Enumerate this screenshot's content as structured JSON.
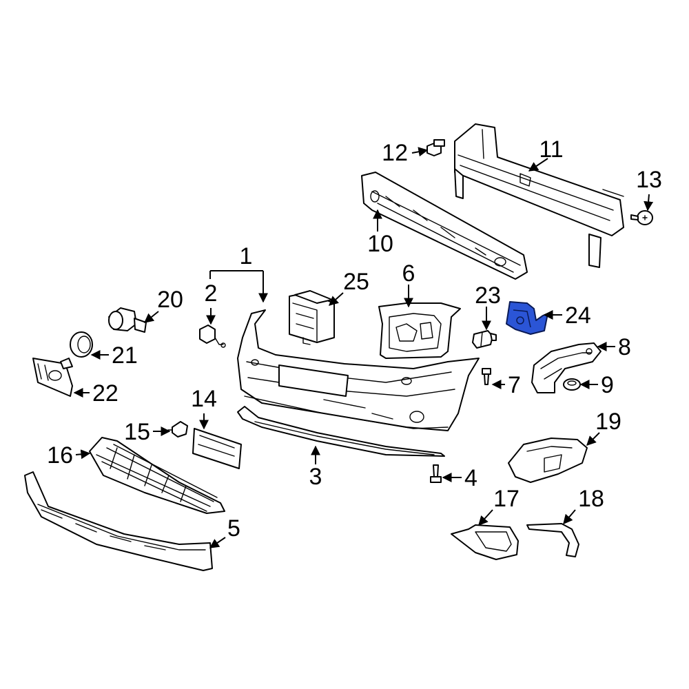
{
  "diagram": {
    "highlight_color": "#2b55d6",
    "line_color": "#000000",
    "background_color": "#ffffff",
    "callouts": {
      "c1": "1",
      "c2": "2",
      "c3": "3",
      "c4": "4",
      "c5": "5",
      "c6": "6",
      "c7": "7",
      "c8": "8",
      "c9": "9",
      "c10": "10",
      "c11": "11",
      "c12": "12",
      "c13": "13",
      "c14": "14",
      "c15": "15",
      "c16": "16",
      "c17": "17",
      "c18": "18",
      "c19": "19",
      "c20": "20",
      "c21": "21",
      "c22": "22",
      "c23": "23",
      "c24": "24",
      "c25": "25"
    }
  }
}
